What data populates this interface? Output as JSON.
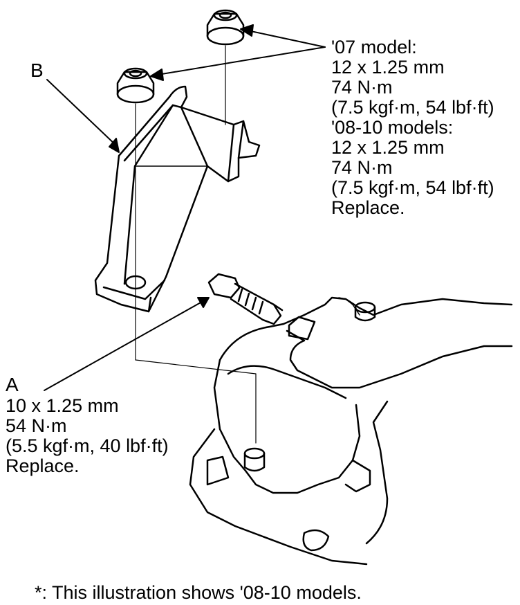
{
  "callouts": {
    "b_label": "B",
    "a_label": "A"
  },
  "upper_spec": {
    "lines": [
      "'07 model:",
      "12 x 1.25 mm",
      "74 N·m",
      "(7.5 kgf·m, 54 lbf·ft)",
      "'08-10 models:",
      "12 x 1.25 mm",
      "74 N·m",
      "(7.5 kgf·m, 54 lbf·ft)",
      "Replace."
    ]
  },
  "bolt_a_spec": {
    "lines": [
      "10 x 1.25 mm",
      "54 N·m",
      "(5.5 kgf·m, 40 lbf·ft)",
      "Replace."
    ]
  },
  "footnote": "*: This illustration shows '08-10 models.",
  "colors": {
    "line": "#000000",
    "background": "#ffffff"
  }
}
